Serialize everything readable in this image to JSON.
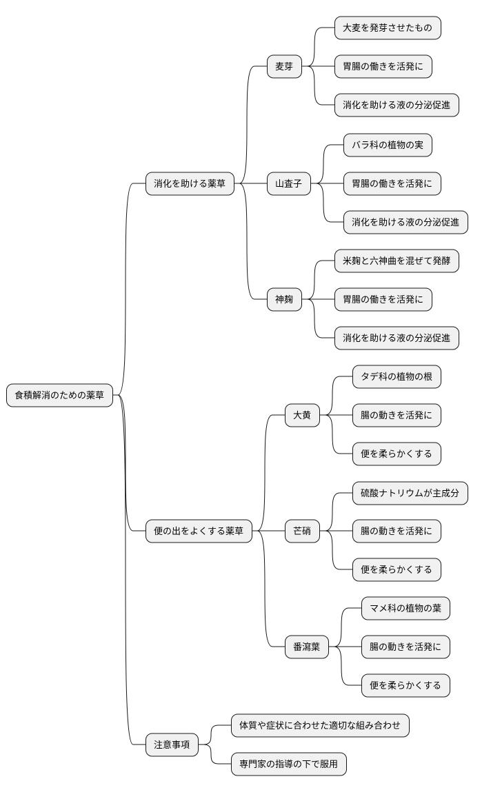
{
  "mindmap": {
    "root": {
      "label": "食積解消のための薬草",
      "children": [
        {
          "label": "消化を助ける薬草",
          "children": [
            {
              "label": "麦芽",
              "children": [
                {
                  "label": "大麦を発芽させたもの"
                },
                {
                  "label": "胃腸の働きを活発に"
                },
                {
                  "label": "消化を助ける液の分泌促進"
                }
              ]
            },
            {
              "label": "山査子",
              "children": [
                {
                  "label": "バラ科の植物の実"
                },
                {
                  "label": "胃腸の働きを活発に"
                },
                {
                  "label": "消化を助ける液の分泌促進"
                }
              ]
            },
            {
              "label": "神麹",
              "children": [
                {
                  "label": "米麹と六神曲を混ぜて発酵"
                },
                {
                  "label": "胃腸の働きを活発に"
                },
                {
                  "label": "消化を助ける液の分泌促進"
                }
              ]
            }
          ]
        },
        {
          "label": "便の出をよくする薬草",
          "children": [
            {
              "label": "大黄",
              "children": [
                {
                  "label": "タデ科の植物の根"
                },
                {
                  "label": "腸の動きを活発に"
                },
                {
                  "label": "便を柔らかくする"
                }
              ]
            },
            {
              "label": "芒硝",
              "children": [
                {
                  "label": "硫酸ナトリウムが主成分"
                },
                {
                  "label": "腸の動きを活発に"
                },
                {
                  "label": "便を柔らかくする"
                }
              ]
            },
            {
              "label": "番瀉葉",
              "children": [
                {
                  "label": "マメ科の植物の葉"
                },
                {
                  "label": "腸の動きを活発に"
                },
                {
                  "label": "便を柔らかくする"
                }
              ]
            }
          ]
        },
        {
          "label": "注意事項",
          "children": [
            {
              "label": "体質や症状に合わせた適切な組み合わせ"
            },
            {
              "label": "専門家の指導の下で服用"
            }
          ]
        }
      ]
    }
  }
}
